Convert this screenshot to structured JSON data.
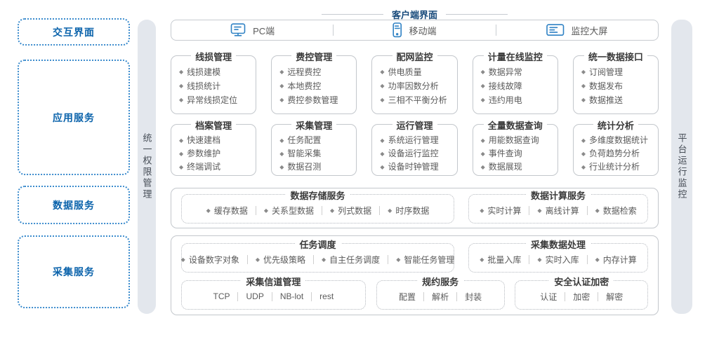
{
  "left_panels": [
    {
      "label": "交互界面"
    },
    {
      "label": "应用服务"
    },
    {
      "label": "数据服务"
    },
    {
      "label": "采集服务"
    }
  ],
  "side_bars": {
    "left": "统一权限管理",
    "right": "平台运行监控"
  },
  "header": {
    "title": "客户端界面",
    "clients": [
      {
        "icon": "pc-icon",
        "label": "PC端"
      },
      {
        "icon": "mobile-icon",
        "label": "移动端"
      },
      {
        "icon": "bigscreen-icon",
        "label": "监控大屏"
      }
    ]
  },
  "app_services": {
    "rows": [
      [
        {
          "title": "线损管理",
          "items": [
            "线损建模",
            "线损统计",
            "异常线损定位"
          ]
        },
        {
          "title": "费控管理",
          "items": [
            "远程费控",
            "本地费控",
            "费控参数管理"
          ]
        },
        {
          "title": "配网监控",
          "items": [
            "供电质量",
            "功率因数分析",
            "三相不平衡分析"
          ]
        },
        {
          "title": "计量在线监控",
          "items": [
            "数据异常",
            "接线故障",
            "违约用电"
          ]
        },
        {
          "title": "统一数据接口",
          "items": [
            "订阅管理",
            "数据发布",
            "数据推送"
          ]
        }
      ],
      [
        {
          "title": "档案管理",
          "items": [
            "快速建档",
            "参数维护",
            "终端调试"
          ]
        },
        {
          "title": "采集管理",
          "items": [
            "任务配置",
            "智能采集",
            "数据召测"
          ]
        },
        {
          "title": "运行管理",
          "items": [
            "系统运行管理",
            "设备运行监控",
            "设备时钟管理"
          ]
        },
        {
          "title": "全量数据查询",
          "items": [
            "用能数据查询",
            "事件查询",
            "数据展现"
          ]
        },
        {
          "title": "统计分析",
          "items": [
            "多维度数据统计",
            "负荷趋势分析",
            "行业统计分析"
          ]
        }
      ]
    ]
  },
  "data_services": {
    "groups": [
      {
        "title": "数据存储服务",
        "bullet": true,
        "items": [
          "缓存数据",
          "关系型数据",
          "列式数据",
          "时序数据"
        ]
      },
      {
        "title": "数据计算服务",
        "bullet": true,
        "items": [
          "实时计算",
          "离线计算",
          "数据检索"
        ]
      }
    ]
  },
  "collect_services": {
    "row1": [
      {
        "title": "任务调度",
        "bullet": true,
        "items": [
          "设备数字对象",
          "优先级策略",
          "自主任务调度",
          "智能任务管理"
        ]
      },
      {
        "title": "采集数据处理",
        "bullet": true,
        "items": [
          "批量入库",
          "实时入库",
          "内存计算"
        ]
      }
    ],
    "row2": [
      {
        "title": "采集信道管理",
        "bullet": false,
        "items": [
          "TCP",
          "UDP",
          "NB-lot",
          "rest"
        ]
      },
      {
        "title": "规约服务",
        "bullet": false,
        "items": [
          "配置",
          "解析",
          "封装"
        ]
      },
      {
        "title": "安全认证加密",
        "bullet": false,
        "items": [
          "认证",
          "加密",
          "解密"
        ]
      }
    ]
  },
  "colors": {
    "label_blue": "#0b63ab",
    "dashed_blue": "#3c8ccd",
    "icon_blue": "#2e81c4",
    "title_navy": "#16497a",
    "bar_bg": "#e3e7ed",
    "bar_text": "#474e57",
    "box_border": "#c3c7cc",
    "item_text": "#5a5a5a",
    "box_title_text": "#3a3a3a"
  }
}
